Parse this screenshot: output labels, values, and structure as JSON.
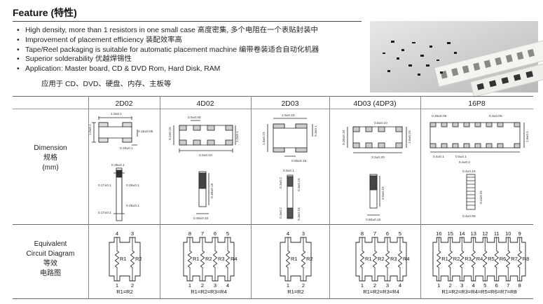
{
  "feature": {
    "title": "Feature (特性)",
    "bullets": [
      "High density, more than 1 resistors in one small case 高度密集, 多个电阻在一个表贴封装中",
      "Improvement of placement efficiency 装配效率高",
      "Tape/Reel packaging is suitable for automatic placement machine 编带卷装适合自动化机器",
      "Superior solderability 优越焊锡性",
      "Application: Master board, CD & DVD Rom, Hard Disk, RAM"
    ],
    "bullet_continuation": "应用于 CD、DVD、硬盘、内存、主板等"
  },
  "table": {
    "headers": [
      "2D02",
      "4D02",
      "2D03",
      "4D03 (4DP3)",
      "16P8"
    ],
    "dimension_label": [
      "Dimension",
      "规格",
      "(mm)"
    ],
    "circuit_label": [
      "Equivalent",
      "Circuit Diagram",
      "等效",
      "电路图"
    ]
  },
  "dims": {
    "2d02": {
      "length": "1.0±0.1",
      "height": "1.0±0.1",
      "right": "0.15±0.05",
      "bottom": "0.33±0.1",
      "side_top": "0.35±0.1",
      "side_left1": "0.17±0.1",
      "side_right1": "0.25±0.1",
      "side_left2": "0.17±0.1",
      "side_right2": "0.25±0.1"
    },
    "4d02": {
      "pitch": "0.5±0.05",
      "height": "0.2±0.15",
      "right": "1.0±0.1",
      "length": "2.0±0.10",
      "side_right": "0.30±0.15",
      "side_bottom": "0.45±0.10"
    },
    "2d03": {
      "length": "1.6±0.15",
      "height": "1.6±0.15",
      "right": "0.3±0.1",
      "bottom": "0.65±0.15",
      "side_top": "0.5±0.1",
      "side_left1": "0.3±0.2",
      "side_right1": "0.3±0.15",
      "side_left2": "0.3±0.2",
      "side_right2": "0.3±0.15"
    },
    "4d03": {
      "pitch": "0.8±0.10",
      "height": "0.30±0.10",
      "right": "1.6±0.15",
      "length": "3.2±0.20",
      "side_right": "0.5±0.15",
      "side_bottom": "0.50±0.10"
    },
    "16p8": {
      "left": "0.45±0.05",
      "pitch": "0.3±0.05",
      "right": "1.6±0.1",
      "b1": "0.4±0.1",
      "b2": "0.5±0.1",
      "length": "6.4±0.2",
      "side_top": "0.4±0.15",
      "side_mid": "0.4±0.15",
      "side_bottom": "0.4±0.05"
    }
  },
  "circuits": {
    "2d02": {
      "top_pins": [
        "4",
        "3"
      ],
      "bottom_pins": [
        "1",
        "2"
      ],
      "resistors": [
        "R1",
        "R2"
      ],
      "equation": "R1=R2"
    },
    "4d02": {
      "top_pins": [
        "8",
        "7",
        "6",
        "5"
      ],
      "bottom_pins": [
        "1",
        "2",
        "3",
        "4"
      ],
      "resistors": [
        "R1",
        "R2",
        "R3",
        "R4"
      ],
      "equation": "R1=R2=R3=R4"
    },
    "2d03": {
      "top_pins": [
        "4",
        "3"
      ],
      "bottom_pins": [
        "1",
        "2"
      ],
      "resistors": [
        "R1",
        "R2"
      ],
      "equation": "R1=R2"
    },
    "4d03": {
      "top_pins": [
        "8",
        "7",
        "6",
        "5"
      ],
      "bottom_pins": [
        "1",
        "2",
        "3",
        "4"
      ],
      "resistors": [
        "R1",
        "R2",
        "R3",
        "R4"
      ],
      "equation": "R1=R2=R3=R4"
    },
    "16p8": {
      "top_pins": [
        "16",
        "15",
        "14",
        "13",
        "12",
        "11",
        "10",
        "9"
      ],
      "bottom_pins": [
        "1",
        "2",
        "3",
        "4",
        "5",
        "6",
        "7",
        "8"
      ],
      "resistors": [
        "R1",
        "R2",
        "R3",
        "R4",
        "R5",
        "R6",
        "R7",
        "R8"
      ],
      "equation": "R1=R2=R3=R4=R5=R6=R7=R8"
    }
  }
}
